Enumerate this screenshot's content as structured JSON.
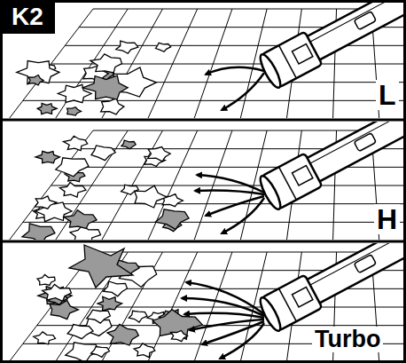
{
  "diagram": {
    "labels": [
      "K2",
      "L",
      "H",
      "Turbo"
    ]
  }
}
